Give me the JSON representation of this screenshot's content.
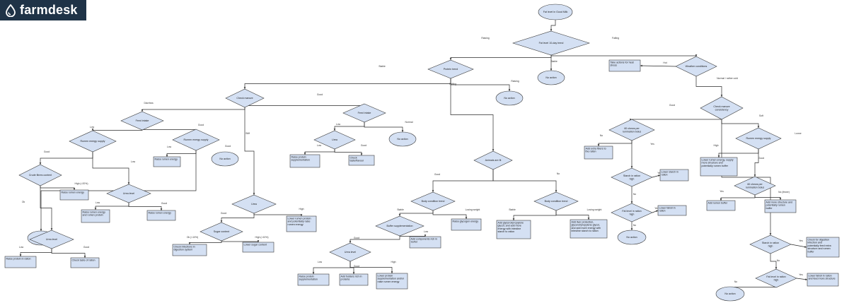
{
  "brand": {
    "name": "farmdesk"
  },
  "colors": {
    "node_fill": "#d4e0f3",
    "node_stroke": "#3a3a3a",
    "edge": "#2b2b2b",
    "brand_bg": "#1f3347"
  },
  "nodes": {
    "n1": "Fat level in Good Milk",
    "n2": "Fat level 10-day trend",
    "n3": "No action",
    "n4": "Protein trend",
    "n5": "Weather conditions",
    "n6": "Take actions for heat stress",
    "n7": "No action",
    "n8": "Check manure",
    "n9": "Animals are fit",
    "n10": "Check manure consistency",
    "n11": "Feed intake",
    "n12": "Feed intake",
    "n13": "No action",
    "n14": "Rumen energy supply",
    "n15": "Rumen energy supply",
    "n16": "Urea",
    "n17": "No action",
    "n18": "Crude fibres content",
    "n19": "Raise rumen energy",
    "n20": "No action",
    "n21": "Raise protein supplementation",
    "n22": "Check taste/flavour",
    "n23": "Raise rumen energy",
    "n24": "Urea level",
    "n25": "Urea level",
    "n26": "Raise rumen energy and rumen protein",
    "n27": "Raise rumen energy",
    "n28": "Raise protein in ration",
    "n29": "Check taste of ration",
    "n30": "Urea",
    "n31": "Lower rumen protein and potentially raise rumen energy",
    "n32": "Sugar content",
    "n33": "Check infections in digestion system",
    "n34": "Lower sugar content",
    "n35": "Body condition trend",
    "n36": "Body condition trend",
    "n37": "Buffer supplementation",
    "n38": "Raise glycogen energy",
    "n39": "Add components rich in Sulfur",
    "n40": "Urea level",
    "n41": "Raise protein supplementation",
    "n42": "Add fodders rich in proteins",
    "n43": "Lower protein supplementation and/or raise rumen energy",
    "n44": "Add glycerol/propylene glycol, and add more energy with intestine starch to ration",
    "n45": "Add liver protection, glycerol/propylene glycol, and add more energy with intestine starch to ration",
    "n46": "60 chews per rumination bolus",
    "n47": "Add extra fibers to the ration",
    "n48": "Starch in ration high",
    "n49": "Lower starch in ration",
    "n50": "Fat level in ration high",
    "n51": "Lower fat/oil in ration",
    "n52": "No action",
    "n53": "Rumen energy supply",
    "n54": "Lower rumen energy, supply more structure and potentially rumen buffer",
    "n55": "60 chews per rumination bolus",
    "n56": "Add rumen buffer",
    "n57": "Add more structure and potentially rumen buffer",
    "n58": "Starch in ration high",
    "n59": "Check for digestion infection and potentially feed extra structure and rumen buffer",
    "n60": "Fat level in ration high",
    "n61": "Lower fat/oil in ration and feed more structure",
    "n62": "No action"
  },
  "edge_labels": {
    "e2_4": "Raising",
    "e2_5": "Falling",
    "e2_3": "Stable",
    "e4_8": "Stable",
    "e4_9": "Falling",
    "e4_7": "Raising",
    "e5_6": "Hot",
    "e5_10": "Normal / rather cold",
    "e8_11": "Diarrhea",
    "e8_12": "Good",
    "e8_30": "Stiff",
    "e12_16": "Low",
    "e12_13": "Normal",
    "e16_21": "Low",
    "e16_22": "Good",
    "e11_14": "Low",
    "e11_15": "Good",
    "e15_23": "Low",
    "e15_20": "Good",
    "e14_18": "Good",
    "e14_25": "Low",
    "e18_19": "High (>20%)",
    "e18_24": "Ok",
    "e25_26": "Low",
    "e25_27": "Good",
    "e24_28": "Low",
    "e24_29": "Good",
    "e30_32": "Good",
    "e30_31": "High",
    "e32_33": "Ok (<10%)",
    "e32_34": "High (>10%)",
    "e9_35": "Good",
    "e9_36": "No",
    "e35_37": "Stable",
    "e35_38": "Losing weight",
    "e37_40": "Good",
    "e37_39": "Low",
    "e40_41": "Low",
    "e40_42": "Good",
    "e40_43": "High",
    "e36_44": "Stable",
    "e36_45": "Losing weight",
    "e10_46": "Good",
    "e10_53": "Soft",
    "e10_58": "Loose",
    "e46_47": "No",
    "e46_48": "Yes",
    "e48_49": "Yes",
    "e48_50": "No",
    "e50_51": "Yes",
    "e50_52": "No",
    "e53_54": "High",
    "e53_55": "Good",
    "e55_56": "Yes",
    "e55_57": "No (fewer)",
    "e58_59": "Yes",
    "e58_60": "No",
    "e60_61": "Yes",
    "e60_62": "No"
  }
}
